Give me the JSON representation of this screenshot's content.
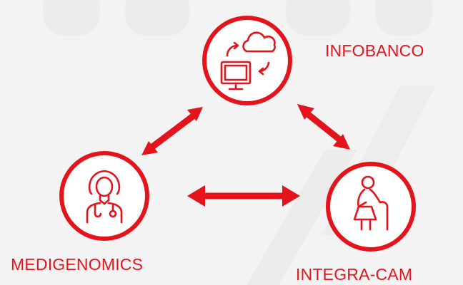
{
  "nodes": {
    "infobanco": {
      "label": "INFOBANCO",
      "icon": "computer-cloud-sync-icon"
    },
    "medigenomics": {
      "label": "MEDIGENOMICS",
      "icon": "doctor-icon"
    },
    "integra_cam": {
      "label": "INTEGRA-CAM",
      "icon": "elderly-person-cane-icon"
    }
  },
  "colors": {
    "accent": "#e3141b",
    "background": "#f3f3f3"
  }
}
